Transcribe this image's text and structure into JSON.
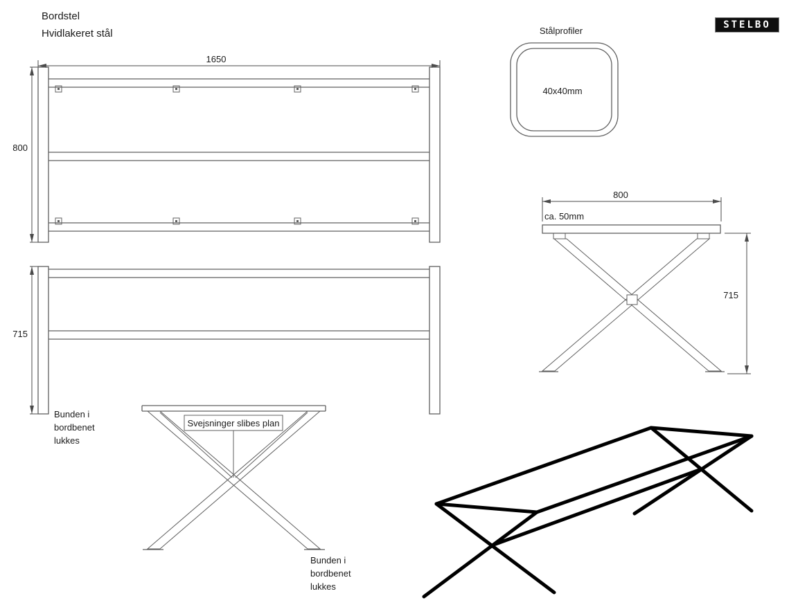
{
  "title": {
    "line1": "Bordstel",
    "line2": "Hvidlakeret stål"
  },
  "logo": {
    "text": "STELBO"
  },
  "steel_profile": {
    "label": "Stålprofiler",
    "size": "40x40mm"
  },
  "plan_view": {
    "length_dim": "1650",
    "depth_dim": "800"
  },
  "front_view": {
    "height_dim": "715",
    "leg_note": [
      "Bunden i",
      "bordbenet",
      "lukkes"
    ]
  },
  "end_view": {
    "width_dim": "800",
    "overhang_note": "ca. 50mm",
    "height_dim": "715"
  },
  "leg_detail": {
    "weld_note": "Svejsninger slibes plan",
    "closed_note": [
      "Bunden i",
      "bordbenet",
      "lukkes"
    ]
  },
  "colors": {
    "line": "#5f5f5f",
    "dim": "#4a4a4a",
    "text": "#1a1a1a",
    "sketch": "#000000"
  }
}
